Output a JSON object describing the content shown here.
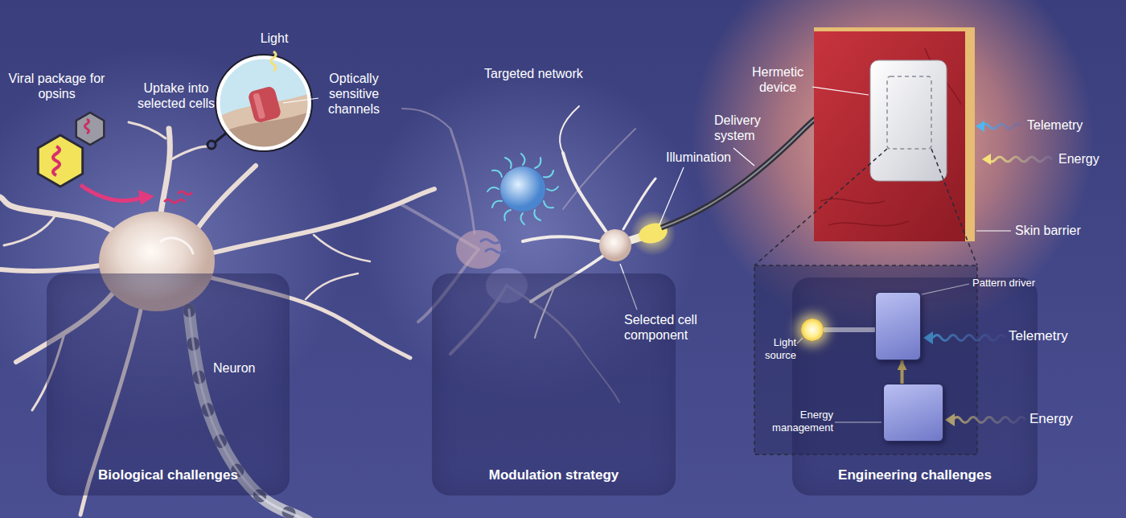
{
  "diagram": {
    "nodes": [
      {
        "text": [
          "Biological challenges"
        ]
      },
      {
        "text": [
          "Modulation strategy"
        ]
      },
      {
        "text": [
          "Engineering challenges"
        ]
      },
      {
        "text": [
          "Light source"
        ],
        "in": 2
      },
      {
        "text": [
          "Pattern driver"
        ],
        "in": 2
      },
      {
        "text": [
          "Energy management"
        ],
        "in": 2
      }
    ],
    "edges": [
      {
        "from": 3,
        "to": 4,
        "arrow": "none"
      },
      {
        "from": 5,
        "to": 4,
        "arrow": "to"
      }
    ],
    "labels": [
      "Viral package for opsins",
      "Uptake into selected cells",
      "Light",
      "Optically sensitive channels",
      "Neuron",
      "Targeted network",
      "Illumination",
      "Selected cell component",
      "Delivery system",
      "Hermetic device",
      "Telemetry",
      "Energy",
      "Skin barrier",
      "Telemetry",
      "Energy"
    ]
  }
}
